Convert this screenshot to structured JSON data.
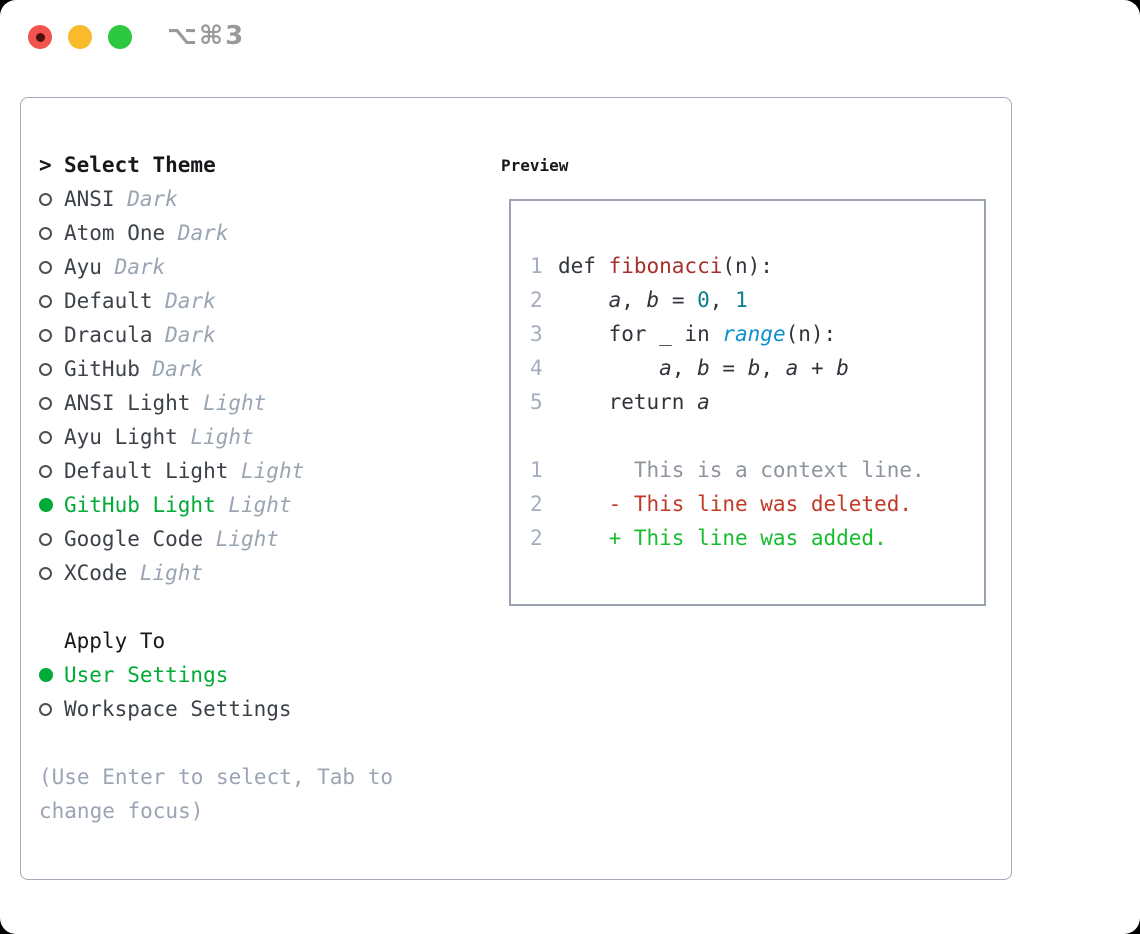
{
  "window": {
    "title": "⌥⌘3",
    "traffic_lights": {
      "close": "close-button",
      "minimize": "minimize-button",
      "zoom": "zoom-button"
    }
  },
  "theme_list": {
    "prompt": ">",
    "header": "Select Theme",
    "items": [
      {
        "name": "ANSI",
        "tag": "Dark",
        "selected": false
      },
      {
        "name": "Atom One",
        "tag": "Dark",
        "selected": false
      },
      {
        "name": "Ayu",
        "tag": "Dark",
        "selected": false
      },
      {
        "name": "Default",
        "tag": "Dark",
        "selected": false
      },
      {
        "name": "Dracula",
        "tag": "Dark",
        "selected": false
      },
      {
        "name": "GitHub",
        "tag": "Dark",
        "selected": false
      },
      {
        "name": "ANSI Light",
        "tag": "Light",
        "selected": false
      },
      {
        "name": "Ayu Light",
        "tag": "Light",
        "selected": false
      },
      {
        "name": "Default Light",
        "tag": "Light",
        "selected": false
      },
      {
        "name": "GitHub Light",
        "tag": "Light",
        "selected": true
      },
      {
        "name": "Google Code",
        "tag": "Light",
        "selected": false
      },
      {
        "name": "XCode",
        "tag": "Light",
        "selected": false
      }
    ]
  },
  "apply_to": {
    "header": "Apply To",
    "options": [
      {
        "name": "User Settings",
        "selected": true
      },
      {
        "name": "Workspace Settings",
        "selected": false
      }
    ]
  },
  "footer_hint": "(Use Enter to select, Tab to change focus)",
  "preview": {
    "header": "Preview",
    "token_styles": {
      "plain": {
        "color": "#30353b",
        "italic": false
      },
      "function": {
        "color": "#a6302c",
        "italic": false
      },
      "number": {
        "color": "#0b7e89",
        "italic": false
      },
      "call": {
        "color": "#0d8fd2",
        "italic": true
      },
      "variable": {
        "color": "#30353b",
        "italic": true
      },
      "context": {
        "color": "#8d949d",
        "italic": false
      },
      "deleted": {
        "color": "#c23a27",
        "italic": false
      },
      "added": {
        "color": "#16bd2e",
        "italic": false
      }
    },
    "lines": [
      {
        "num": "1",
        "tokens": [
          [
            "def ",
            "plain"
          ],
          [
            "fibonacci",
            "function"
          ],
          [
            "(n):",
            "plain"
          ]
        ]
      },
      {
        "num": "2",
        "tokens": [
          [
            "    ",
            "plain"
          ],
          [
            "a",
            "variable"
          ],
          [
            ", ",
            "plain"
          ],
          [
            "b",
            "variable"
          ],
          [
            " = ",
            "plain"
          ],
          [
            "0",
            "number"
          ],
          [
            ", ",
            "plain"
          ],
          [
            "1",
            "number"
          ]
        ]
      },
      {
        "num": "3",
        "tokens": [
          [
            "    for _ in ",
            "plain"
          ],
          [
            "range",
            "call"
          ],
          [
            "(n):",
            "plain"
          ]
        ]
      },
      {
        "num": "4",
        "tokens": [
          [
            "        ",
            "plain"
          ],
          [
            "a",
            "variable"
          ],
          [
            ", ",
            "plain"
          ],
          [
            "b",
            "variable"
          ],
          [
            " = ",
            "plain"
          ],
          [
            "b",
            "variable"
          ],
          [
            ", ",
            "plain"
          ],
          [
            "a",
            "variable"
          ],
          [
            " + ",
            "plain"
          ],
          [
            "b",
            "variable"
          ]
        ]
      },
      {
        "num": "5",
        "tokens": [
          [
            "    return ",
            "plain"
          ],
          [
            "a",
            "variable"
          ]
        ]
      },
      {
        "num": "",
        "tokens": []
      },
      {
        "num": "1",
        "tokens": [
          [
            "      This is a context line.",
            "context"
          ]
        ]
      },
      {
        "num": "2",
        "tokens": [
          [
            "    - This line was deleted.",
            "deleted"
          ]
        ]
      },
      {
        "num": "2",
        "tokens": [
          [
            "    + This line was added.",
            "added"
          ]
        ]
      }
    ]
  },
  "colors": {
    "selection_green": "#00ab37",
    "panel_border": "#a3acb9",
    "preview_border": "#9aa4b0",
    "tag_gray": "#9aa5b4",
    "line_number_gray": "#a4aebe",
    "footer_gray": "#9ba4b4",
    "traffic_red": "#f2544d",
    "traffic_yellow": "#f9ba2b",
    "traffic_green": "#2bc840",
    "title_gray": "#97999c"
  }
}
